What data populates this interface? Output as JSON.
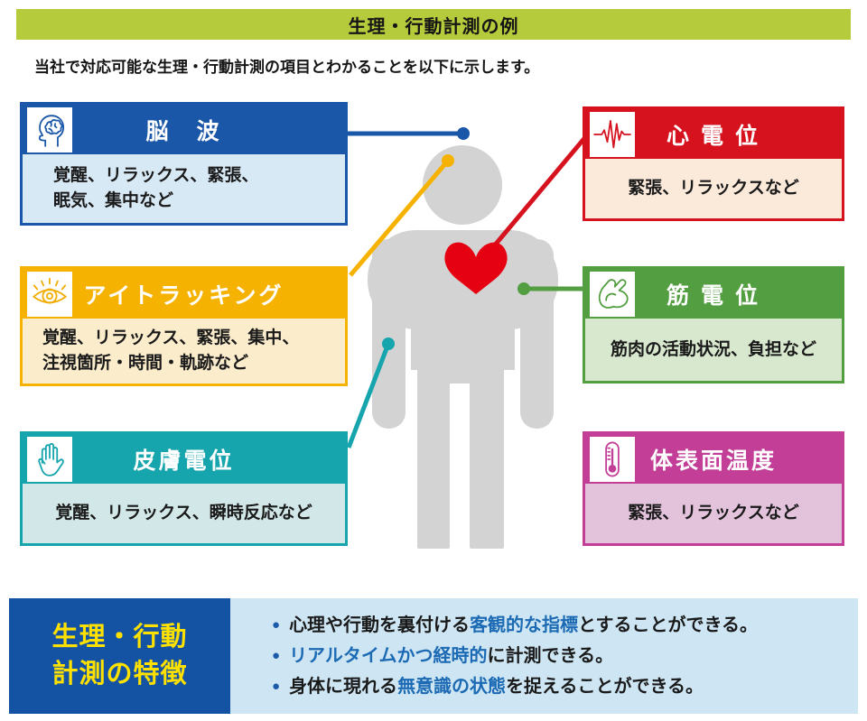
{
  "header": {
    "title": "生理・行動計測の例",
    "bar_color": "#b5cb3b"
  },
  "intro": {
    "text": "当社で対応可能な生理・行動計測の項目とわかることを以下に示します。"
  },
  "measurements": [
    {
      "name": "brainwave",
      "icon": "brain-icon",
      "title": "脳　波",
      "description": "覚醒、リラックス、緊張、\n眠気、集中など",
      "color": "#1b57a8",
      "bg": "#d8e9f6"
    },
    {
      "name": "eye-tracking",
      "icon": "eye-icon",
      "title": "アイトラッキング",
      "description": "覚醒、リラックス、緊張、集中、\n注視箇所・時間・軌跡など",
      "color": "#f5b200",
      "bg": "#fbeccb"
    },
    {
      "name": "skin-potential",
      "icon": "hand-icon",
      "title": "皮膚電位",
      "description": "覚醒、リラックス、瞬時反応など",
      "color": "#16a4ad",
      "bg": "#d2e7e7"
    },
    {
      "name": "heart-potential",
      "icon": "ecg-icon",
      "title": "心 電 位",
      "description": "緊張、リラックスなど",
      "color": "#d5121e",
      "bg": "#fbe9da"
    },
    {
      "name": "muscle-potential",
      "icon": "muscle-icon",
      "title": "筋 電 位",
      "description": "筋肉の活動状況、負担など",
      "color": "#529e41",
      "bg": "#d8e8ce"
    },
    {
      "name": "body-surface-temperature",
      "icon": "thermometer-icon",
      "title": "体表面温度",
      "description": "緊張、リラックスなど",
      "color": "#c23e97",
      "bg": "#e3c3dc"
    }
  ],
  "figure": {
    "body_color": "#d3d3d3",
    "heart_color": "#e50012"
  },
  "features": {
    "title_lines": [
      "生理・行動",
      "計測の特徴"
    ],
    "title_color": "#ffe100",
    "panel_color": "#1453a4",
    "body_bg": "#cee6f4",
    "highlight_color": "#1b6ab3",
    "bullets": [
      {
        "segments": [
          {
            "text": "心理や行動を裏付ける",
            "highlight": false
          },
          {
            "text": "客観的な指標",
            "highlight": true
          },
          {
            "text": "とすることができる。",
            "highlight": false
          }
        ]
      },
      {
        "segments": [
          {
            "text": "リアルタイムかつ経時的",
            "highlight": true
          },
          {
            "text": "に計測できる。",
            "highlight": false
          }
        ]
      },
      {
        "segments": [
          {
            "text": "身体に現れる",
            "highlight": false
          },
          {
            "text": "無意識の状態",
            "highlight": true
          },
          {
            "text": "を捉えることができる。",
            "highlight": false
          }
        ]
      }
    ]
  }
}
